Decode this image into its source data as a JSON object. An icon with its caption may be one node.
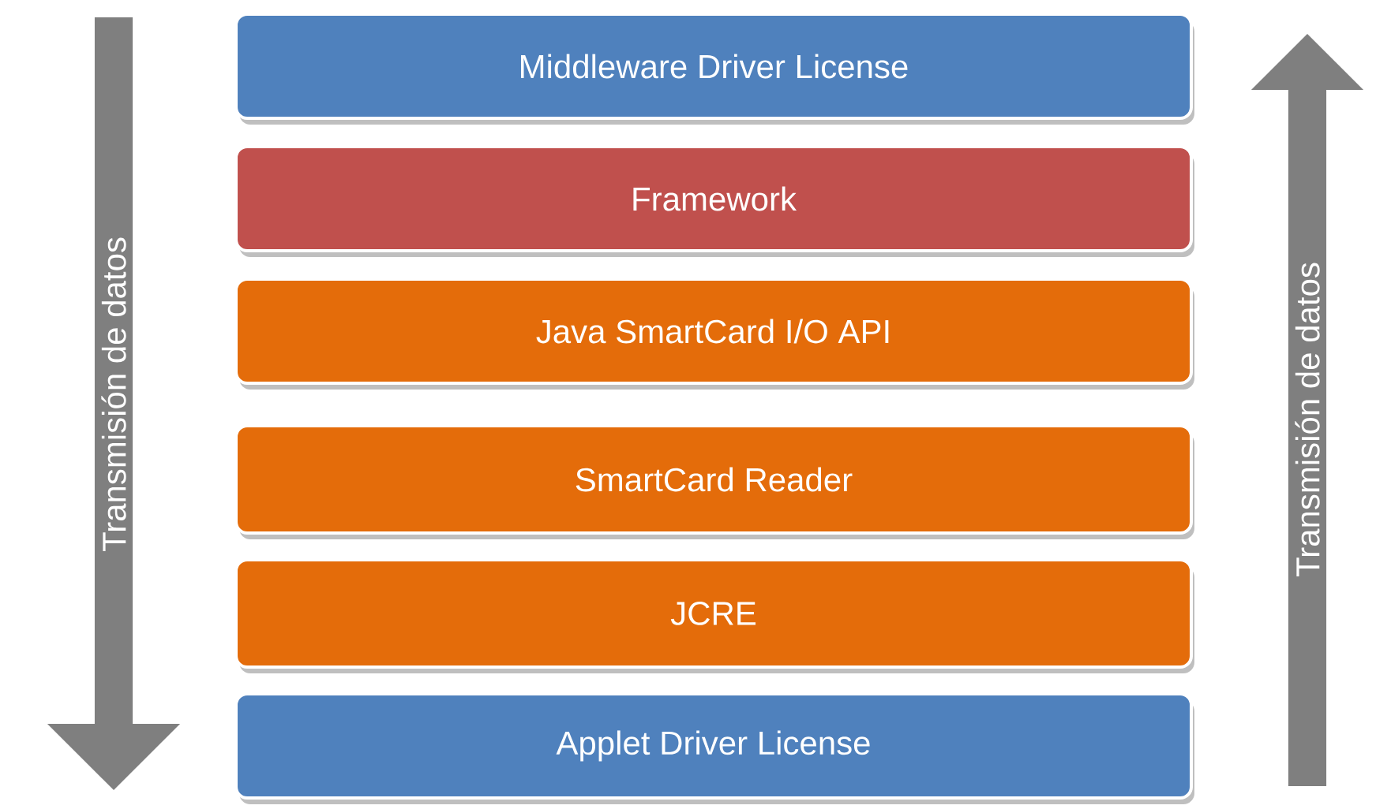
{
  "diagram": {
    "nodes": [
      {
        "text": [
          "Middleware Driver License"
        ]
      },
      {
        "text": [
          "Framework"
        ]
      },
      {
        "text": [
          "Java SmartCard I/O API"
        ]
      },
      {
        "text": [
          "SmartCard Reader"
        ]
      },
      {
        "text": [
          "JCRE"
        ]
      },
      {
        "text": [
          "Applet Driver License"
        ]
      },
      {
        "text": [
          "Transmisión de datos"
        ]
      },
      {
        "text": [
          "Transmisión de datos"
        ]
      }
    ]
  }
}
